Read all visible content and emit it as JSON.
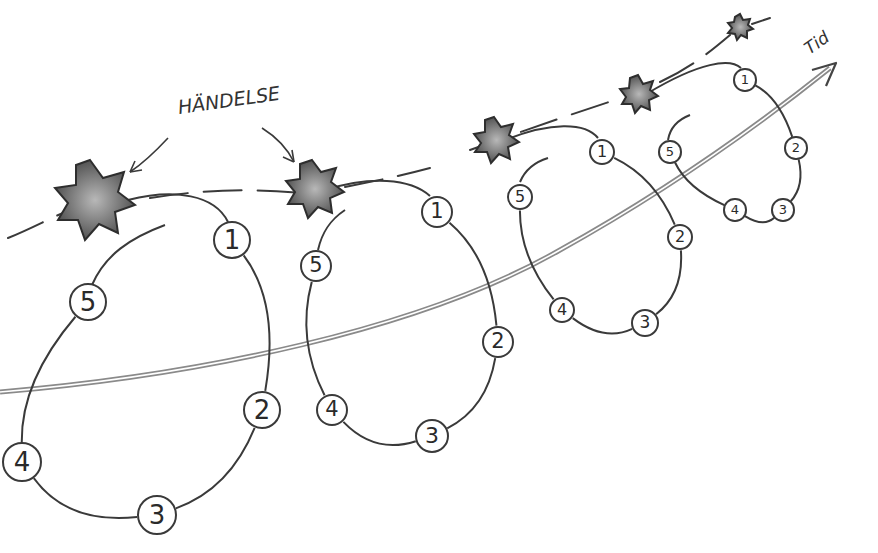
{
  "diagram": {
    "nodes": [
      {
        "text": [
          "1"
        ]
      },
      {
        "text": [
          "2"
        ]
      },
      {
        "text": [
          "3"
        ]
      },
      {
        "text": [
          "4"
        ]
      },
      {
        "text": [
          "5"
        ]
      },
      {
        "text": [
          "1"
        ]
      },
      {
        "text": [
          "2"
        ]
      },
      {
        "text": [
          "3"
        ]
      },
      {
        "text": [
          "4"
        ]
      },
      {
        "text": [
          "5"
        ]
      },
      {
        "text": [
          "1"
        ]
      },
      {
        "text": [
          "2"
        ]
      },
      {
        "text": [
          "3"
        ]
      },
      {
        "text": [
          "4"
        ]
      },
      {
        "text": [
          "5"
        ]
      },
      {
        "text": [
          "1"
        ]
      },
      {
        "text": [
          "2"
        ]
      },
      {
        "text": [
          "3"
        ]
      },
      {
        "text": [
          "4"
        ]
      },
      {
        "text": [
          "5"
        ]
      }
    ],
    "edges": [
      {
        "from": 0,
        "to": 1,
        "arrow": "none"
      },
      {
        "from": 1,
        "to": 2,
        "arrow": "none"
      },
      {
        "from": 2,
        "to": 3,
        "arrow": "none"
      },
      {
        "from": 3,
        "to": 4,
        "arrow": "none"
      },
      {
        "from": 5,
        "to": 6,
        "arrow": "none"
      },
      {
        "from": 6,
        "to": 7,
        "arrow": "none"
      },
      {
        "from": 7,
        "to": 8,
        "arrow": "none"
      },
      {
        "from": 8,
        "to": 9,
        "arrow": "none"
      },
      {
        "from": 10,
        "to": 11,
        "arrow": "none"
      },
      {
        "from": 11,
        "to": 12,
        "arrow": "none"
      },
      {
        "from": 12,
        "to": 13,
        "arrow": "none"
      },
      {
        "from": 13,
        "to": 14,
        "arrow": "none"
      },
      {
        "from": 15,
        "to": 16,
        "arrow": "none"
      },
      {
        "from": 16,
        "to": 17,
        "arrow": "none"
      },
      {
        "from": 17,
        "to": 18,
        "arrow": "none"
      },
      {
        "from": 18,
        "to": 19,
        "arrow": "none"
      }
    ],
    "labels": [
      "HÄNDELSE",
      "Tid"
    ]
  }
}
